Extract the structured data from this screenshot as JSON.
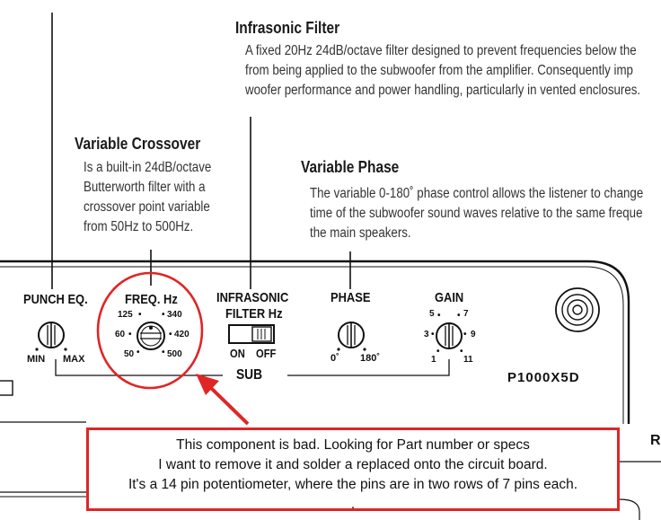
{
  "sections": {
    "infrasonic": {
      "heading": "Infrasonic Filter",
      "lines": [
        "A fixed 20Hz 24dB/octave filter designed to prevent frequencies below the",
        "from being applied to the subwoofer from the amplifier. Consequently imp",
        "woofer performance and power handling, particularly in vented enclosures."
      ]
    },
    "crossover": {
      "heading": "Variable Crossover",
      "lines": [
        "Is a built-in 24dB/octave",
        "Butterworth filter with a",
        "crossover point variable",
        "from 50Hz to 500Hz."
      ]
    },
    "phase": {
      "heading": "Variable Phase",
      "lines": [
        "The variable 0-180˚ phase control allows the listener to change",
        "time of the subwoofer sound waves relative to the same freque",
        "the main speakers."
      ]
    }
  },
  "panel": {
    "punch": {
      "label": "PUNCH EQ.",
      "min": "MIN",
      "max": "MAX"
    },
    "freq": {
      "label": "FREQ. Hz",
      "ticks": [
        "125",
        "340",
        "60",
        "420",
        "50",
        "500"
      ]
    },
    "infrasonic": {
      "label1": "INFRASONIC",
      "label2": "FILTER Hz",
      "on": "ON",
      "off": "OFF"
    },
    "phase": {
      "label": "PHASE",
      "t0": "0˚",
      "t180": "180˚"
    },
    "gain": {
      "label": "GAIN",
      "ticks": [
        "5",
        "7",
        "3",
        "9",
        "1",
        "11"
      ]
    },
    "sub_label": "SUB",
    "model": "P1000X5D"
  },
  "right_letter": "R",
  "callout": {
    "lines": [
      "This component is bad.  Looking for Part number or specs",
      "I want to remove it and solder a replaced onto the circuit board.",
      "It's a 14 pin potentiometer, where the pins are in two rows of 7 pins each.",
      "."
    ],
    "color": "#e02525"
  }
}
